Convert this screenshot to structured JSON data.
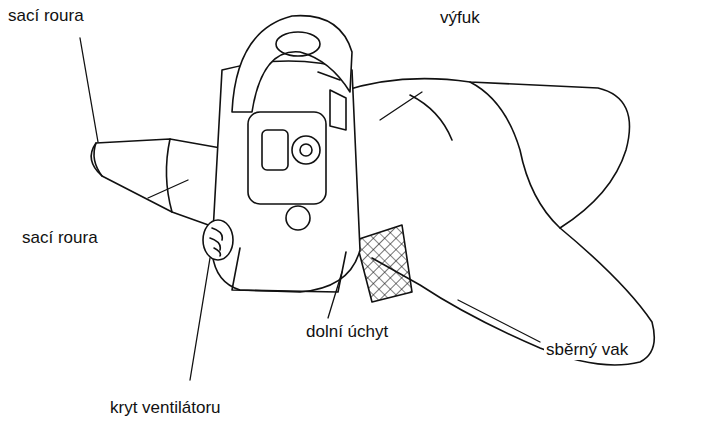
{
  "diagram": {
    "labels": [
      "sací roura",
      "výfuk",
      "sací roura",
      "dolní úchyt",
      "sběrný vak",
      "kryt ventilátoru"
    ]
  }
}
